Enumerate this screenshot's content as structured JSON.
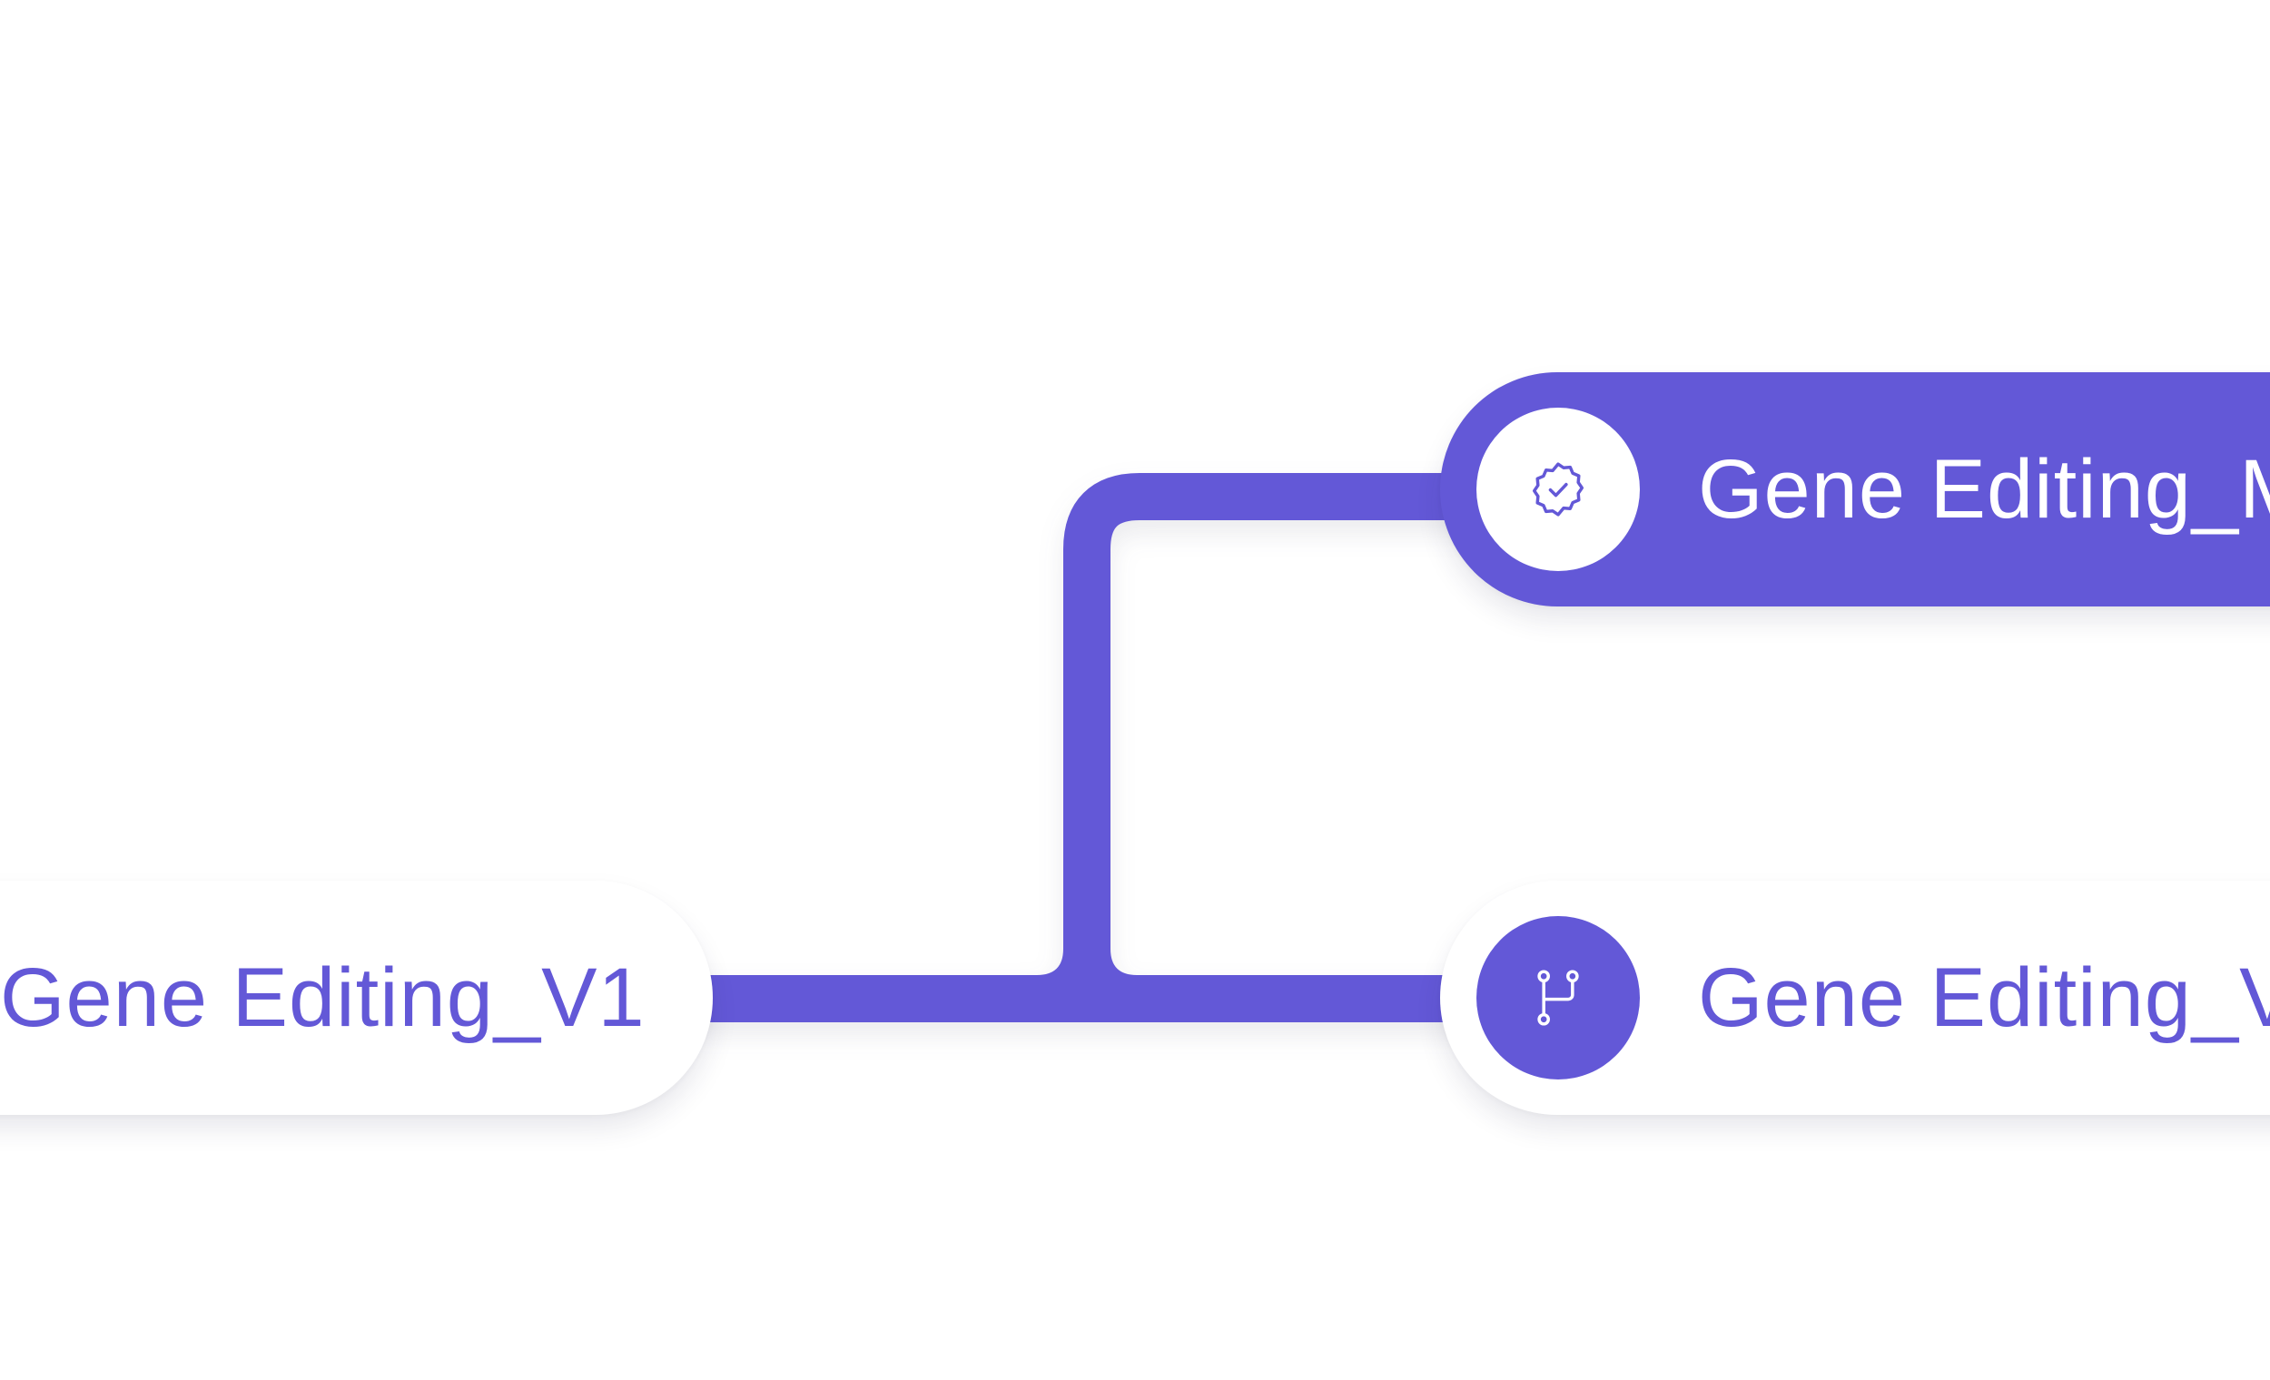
{
  "diagram": {
    "nodes": [
      {
        "id": "source",
        "label": "Gene Editing_V1",
        "icon": "none",
        "style": "outline"
      },
      {
        "id": "main",
        "label": "Gene Editing_M",
        "icon": "verified-badge-icon",
        "style": "filled"
      },
      {
        "id": "version",
        "label": "Gene Editing_V",
        "icon": "git-branch-icon",
        "style": "outline"
      }
    ],
    "edges": [
      {
        "from": "source",
        "to": "main"
      },
      {
        "from": "source",
        "to": "version"
      }
    ]
  },
  "colors": {
    "accent": "#6358d7",
    "background": "#ffffff",
    "node_fill": "#ffffff"
  }
}
